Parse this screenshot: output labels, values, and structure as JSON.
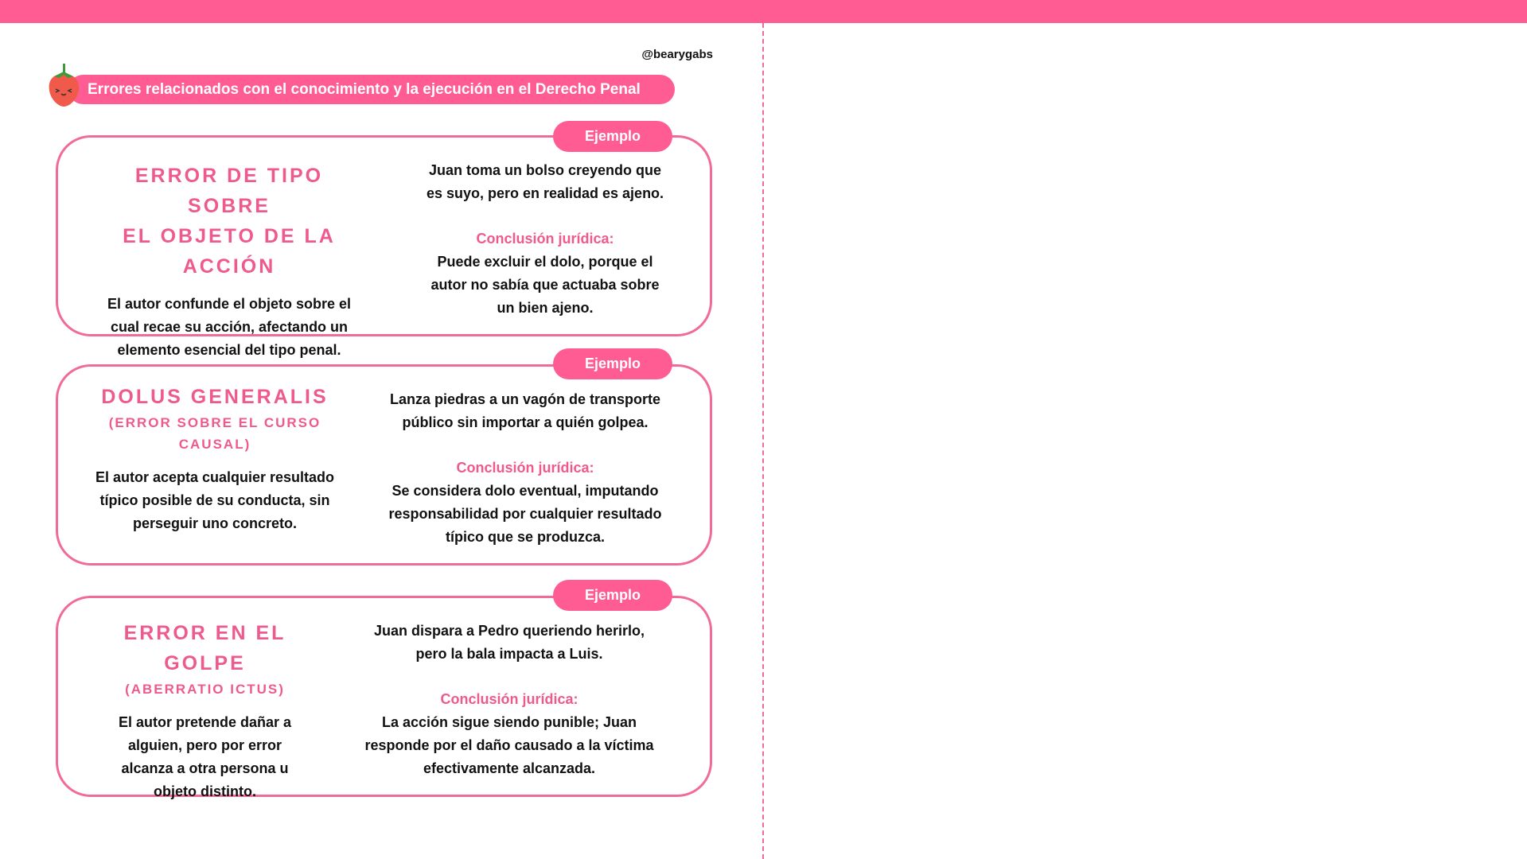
{
  "handle": "@bearygabs",
  "title": "Errores relacionados con el conocimiento y la ejecución en el Derecho Penal",
  "colors": {
    "accent": "#ff5c93",
    "title_text": "#ee5a8e"
  },
  "cards": [
    {
      "pill": "Ejemplo",
      "title_lines": [
        "ERROR DE TIPO SOBRE",
        "EL OBJETO DE LA ACCIÓN"
      ],
      "subtitle_lines": [],
      "definition_lines": [
        "El autor confunde el objeto sobre el",
        "cual recae su acción, afectando un",
        "elemento esencial del tipo penal."
      ],
      "example_lines": [
        "Juan toma un bolso creyendo que",
        "es suyo, pero en realidad es ajeno."
      ],
      "conclusion_label": "Conclusión jurídica:",
      "conclusion_lines": [
        "Puede excluir el dolo, porque el",
        "autor no sabía que actuaba sobre",
        "un bien ajeno."
      ]
    },
    {
      "pill": "Ejemplo",
      "title_lines": [
        "DOLUS GENERALIS"
      ],
      "subtitle_lines": [
        "(ERROR SOBRE EL CURSO",
        "CAUSAL)"
      ],
      "definition_lines": [
        "El autor acepta cualquier resultado",
        "típico posible de su conducta, sin",
        "perseguir uno concreto."
      ],
      "example_lines": [
        "Lanza piedras a un vagón de transporte",
        "público sin importar a quién golpea."
      ],
      "conclusion_label": "Conclusión jurídica:",
      "conclusion_lines": [
        "Se considera dolo eventual, imputando",
        "responsabilidad por cualquier resultado",
        "típico que se produzca."
      ]
    },
    {
      "pill": "Ejemplo",
      "title_lines": [
        "ERROR EN EL GOLPE"
      ],
      "subtitle_lines": [
        "(ABERRATIO ICTUS)"
      ],
      "definition_lines": [
        "El autor pretende dañar a",
        "alguien, pero por error",
        "alcanza a otra persona u",
        "objeto distinto."
      ],
      "example_lines": [
        "Juan dispara a Pedro queriendo herirlo,",
        "pero la bala impacta a Luis."
      ],
      "conclusion_label": "Conclusión jurídica:",
      "conclusion_lines": [
        "La acción sigue siendo punible; Juan",
        "responde por el daño causado a la víctima",
        "efectivamente alcanzada."
      ]
    }
  ]
}
